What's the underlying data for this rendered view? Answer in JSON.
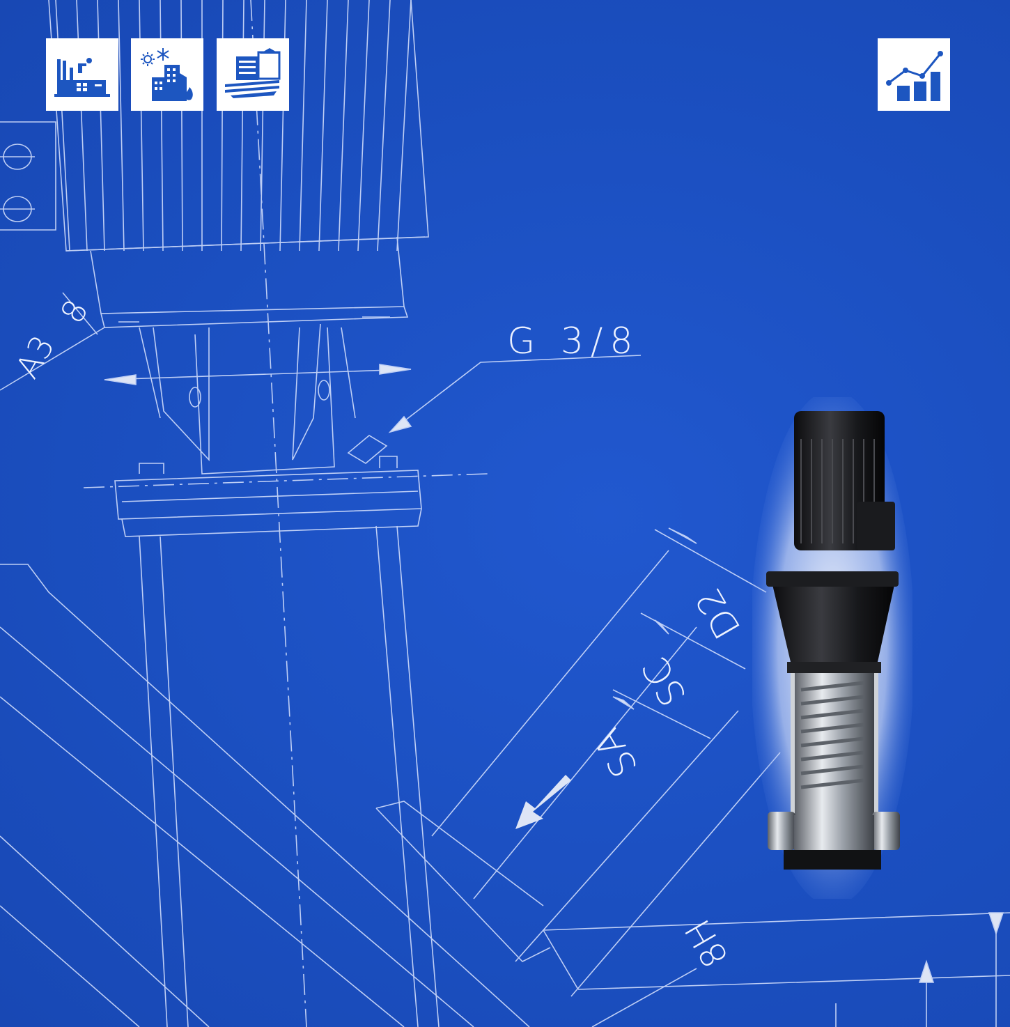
{
  "tiles": [
    {
      "name": "industry",
      "icon": "factory-icon"
    },
    {
      "name": "building-services",
      "icon": "building-hvac-icon"
    },
    {
      "name": "agriculture",
      "icon": "irrigation-house-icon"
    },
    {
      "name": "performance",
      "icon": "performance-chart-icon"
    }
  ],
  "drawing_labels": {
    "thread": "G 3/8",
    "d2": "D2",
    "sc": "SC",
    "sa": "SA",
    "h8": "8H",
    "eight": "8",
    "a3": "A3"
  },
  "colors": {
    "background": "#1d51c4",
    "tile_bg": "#ffffff",
    "icon_blue": "#1d56c0",
    "blueprint_line": "#dbe5ff"
  },
  "product": {
    "icon": "vertical-multistage-pump-image"
  }
}
